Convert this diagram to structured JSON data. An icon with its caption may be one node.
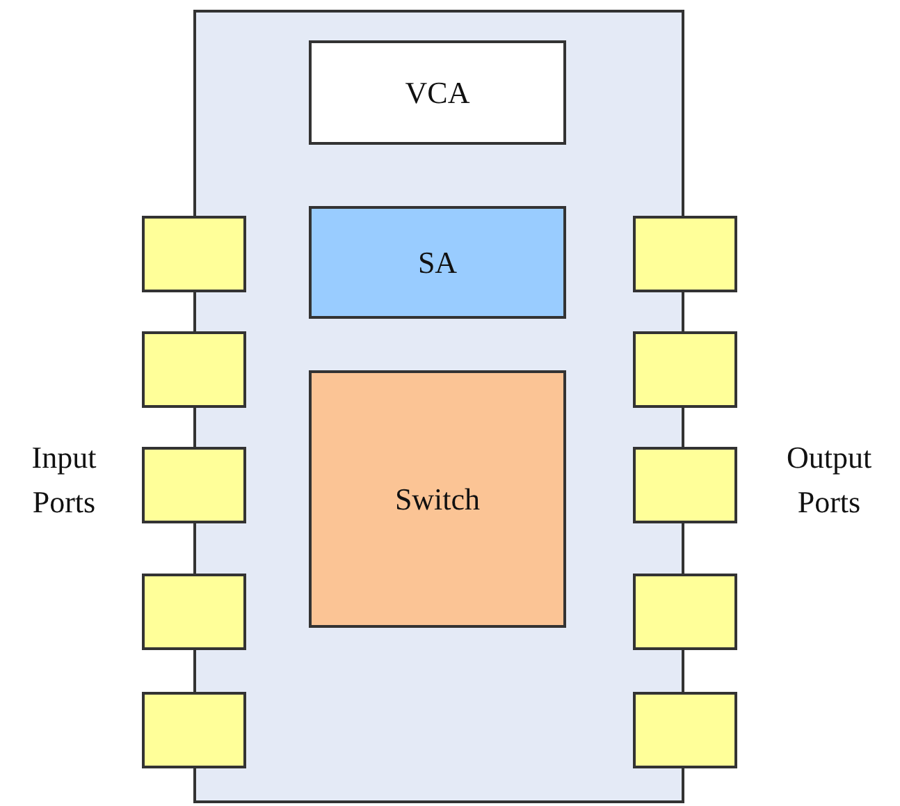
{
  "diagram": {
    "nodes": [
      {
        "text": [],
        "shape": "box"
      },
      {
        "text": [
          "VCA"
        ],
        "in": 0
      },
      {
        "text": [
          "SA"
        ],
        "in": 0
      },
      {
        "text": [
          "Switch"
        ],
        "in": 0
      },
      {
        "text": [],
        "shape": "box"
      },
      {
        "text": [],
        "shape": "box"
      },
      {
        "text": [],
        "shape": "box"
      },
      {
        "text": [],
        "shape": "box"
      },
      {
        "text": [],
        "shape": "box"
      },
      {
        "text": [],
        "shape": "box"
      },
      {
        "text": [],
        "shape": "box"
      },
      {
        "text": [],
        "shape": "box"
      },
      {
        "text": [],
        "shape": "box"
      },
      {
        "text": [],
        "shape": "box"
      }
    ],
    "labels": [
      "Input Ports",
      "Output Ports"
    ]
  }
}
